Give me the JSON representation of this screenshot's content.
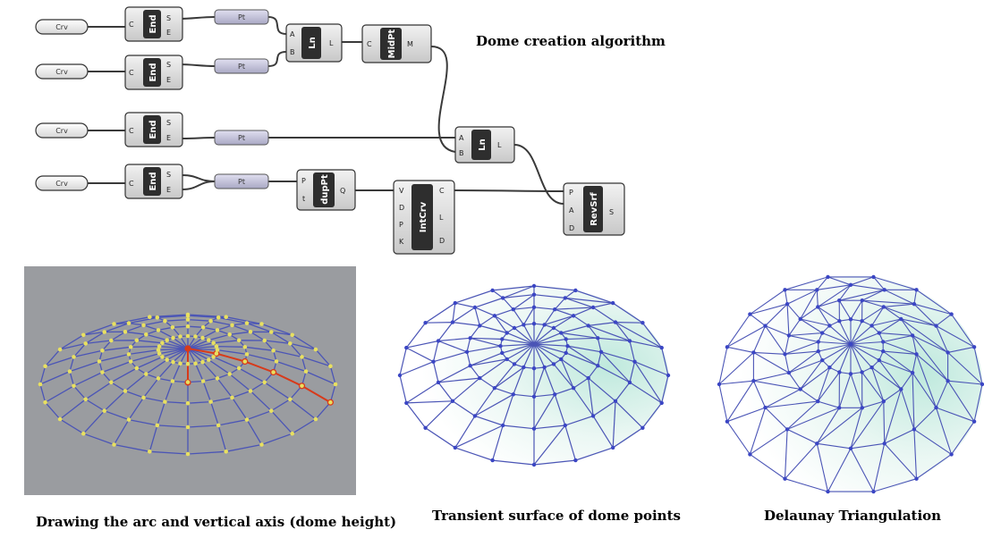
{
  "title": "Dome creation algorithm",
  "captions": {
    "arc_axis": "Drawing the arc and vertical axis (dome height)",
    "transient": "Transient surface of dome points",
    "delaunay": "Delaunay Triangulation"
  },
  "params": [
    "Crv",
    "Crv",
    "Crv",
    "Crv",
    "Pt",
    "Pt",
    "Pt",
    "Pt"
  ],
  "components": [
    {
      "id": "end1",
      "title": "End",
      "inputs": [
        "C"
      ],
      "outputs": [
        "S",
        "E"
      ]
    },
    {
      "id": "end2",
      "title": "End",
      "inputs": [
        "C"
      ],
      "outputs": [
        "S",
        "E"
      ]
    },
    {
      "id": "end3",
      "title": "End",
      "inputs": [
        "C"
      ],
      "outputs": [
        "S",
        "E"
      ]
    },
    {
      "id": "end4",
      "title": "End",
      "inputs": [
        "C"
      ],
      "outputs": [
        "S",
        "E"
      ]
    },
    {
      "id": "ln1",
      "title": "Ln",
      "inputs": [
        "A",
        "B"
      ],
      "outputs": [
        "L"
      ]
    },
    {
      "id": "midpt",
      "title": "MidPt",
      "inputs": [
        "C"
      ],
      "outputs": [
        "M"
      ]
    },
    {
      "id": "ln2",
      "title": "Ln",
      "inputs": [
        "A",
        "B"
      ],
      "outputs": [
        "L"
      ]
    },
    {
      "id": "duppt",
      "title": "dupPt",
      "inputs": [
        "P",
        "t"
      ],
      "outputs": [
        "Q"
      ]
    },
    {
      "id": "intcrv",
      "title": "IntCrv",
      "inputs": [
        "V",
        "D",
        "P",
        "K"
      ],
      "outputs": [
        "C",
        "L",
        "D"
      ]
    },
    {
      "id": "revsrf",
      "title": "RevSrf",
      "inputs": [
        "P",
        "A",
        "D"
      ],
      "outputs": [
        "S"
      ]
    }
  ],
  "colors": {
    "viewport_bg": "#9a9ca0",
    "mesh_line": "#4b55b6",
    "vertex_yellow": "#e8e060",
    "arc_red": "#d83a1a",
    "surface_tint": "#cfeee4",
    "vertex_blue": "#3b46c4"
  }
}
